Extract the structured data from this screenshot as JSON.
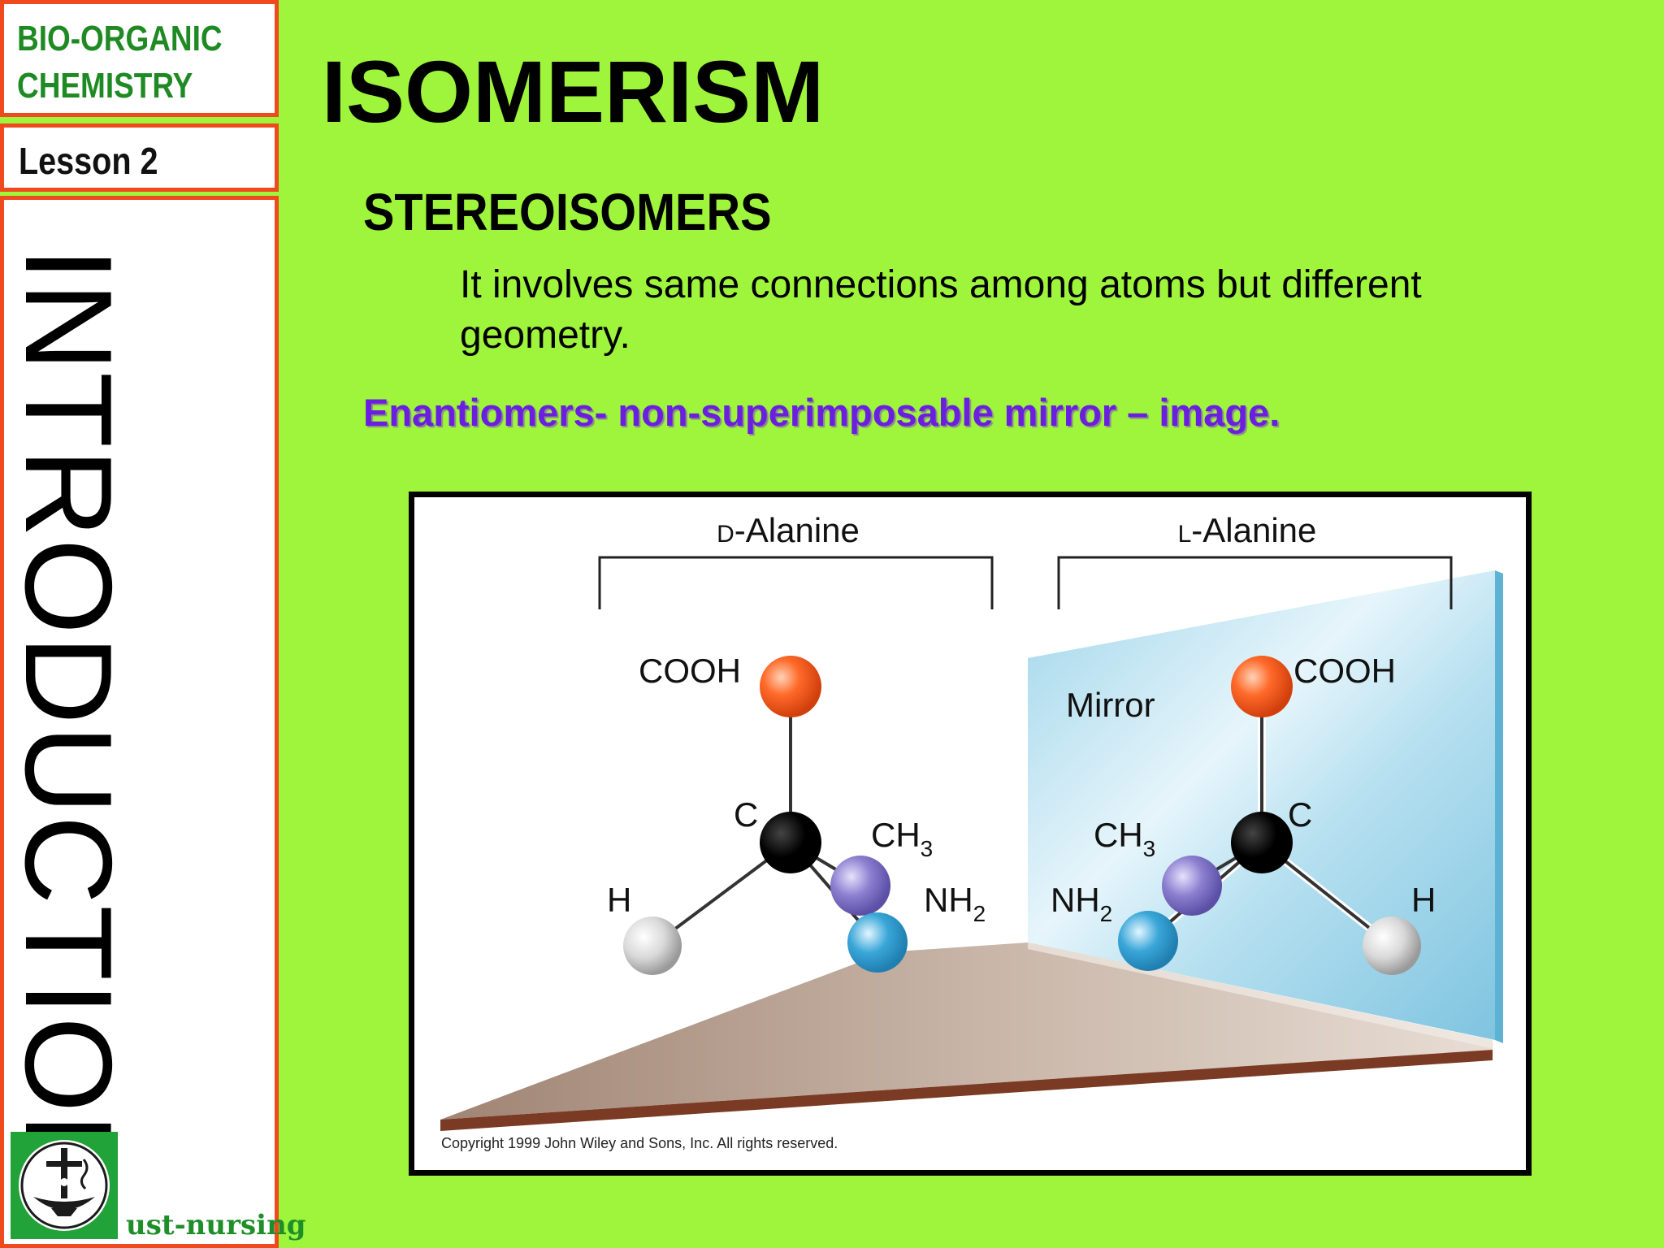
{
  "sidebar": {
    "course_title_line1": "BIO-ORGANIC",
    "course_title_line2": "CHEMISTRY",
    "lesson_label": "Lesson 2",
    "vertical_section": "INTRODUCTION",
    "logo_text": "ust-nursing"
  },
  "main": {
    "title": "ISOMERISM",
    "section_heading": "STEREOISOMERS",
    "definition_text": "It involves same connections among atoms but different geometry.",
    "enantiomer_definition": "Enantiomers- non-superimposable mirror – image."
  },
  "figure": {
    "left_molecule": {
      "prefix": "D",
      "name": "-Alanine"
    },
    "right_molecule": {
      "prefix": "L",
      "name": "-Alanine"
    },
    "mirror_label": "Mirror",
    "atom_labels": {
      "carboxyl": "COOH",
      "carbon": "C",
      "methyl_base": "CH",
      "methyl_sub": "3",
      "amine_base": "NH",
      "amine_sub": "2",
      "hydrogen": "H"
    },
    "copyright": "Copyright 1999 John Wiley and Sons, Inc. All rights reserved.",
    "colors": {
      "oxygen": "#ff6a2a",
      "carbon": "#000000",
      "methyl": "#8c7fd0",
      "nitrogen": "#3aa6d8",
      "hydrogen": "#d9d9d9",
      "mirror": "#9fd5ea",
      "table": "#a08474"
    }
  },
  "colors": {
    "background": "#9ef53c",
    "sidebar_border": "#ee4a1e",
    "course_title": "#1f8a24",
    "enantiomer_text": "#6a1ee0"
  }
}
